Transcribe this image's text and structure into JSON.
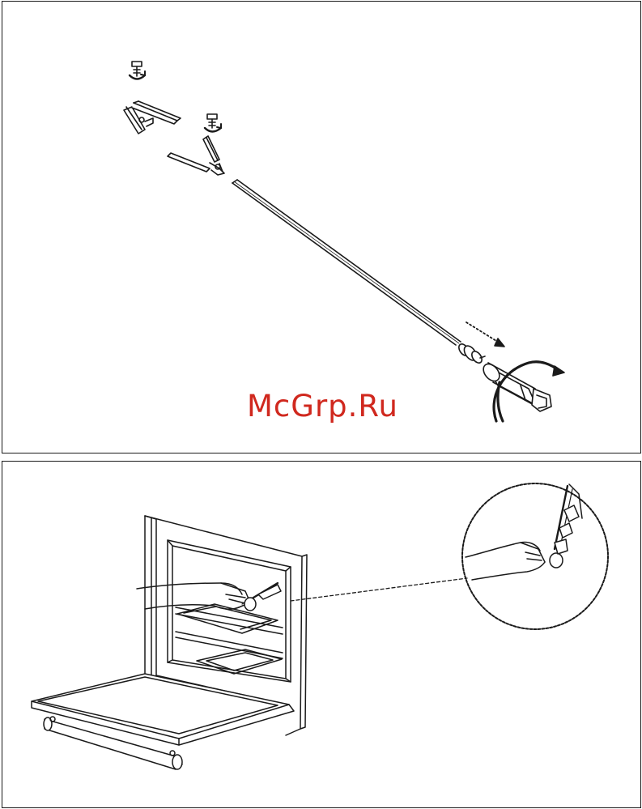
{
  "watermark": {
    "text": "McGrp.Ru",
    "color": "#d0281e"
  },
  "colors": {
    "line": "#1a1a1a",
    "fill": "#ffffff"
  },
  "figures": [
    {
      "id": "rotisserie-assembly",
      "icons": [
        "screw-icon",
        "rotation-arrow-icon"
      ]
    },
    {
      "id": "oven-fitting"
    }
  ]
}
